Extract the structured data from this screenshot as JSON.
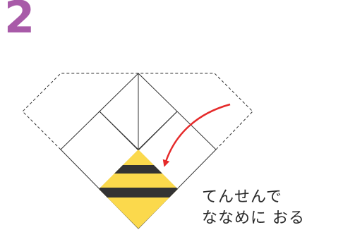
{
  "step_number": "2",
  "instruction": {
    "line1": "てんせんで",
    "line2": "ななめに おる"
  },
  "colors": {
    "step_number": "#a85aa8",
    "bee_yellow": "#fbd94c",
    "bee_black": "#333333",
    "arrow": "#e52a2a",
    "lines": "#333333"
  }
}
